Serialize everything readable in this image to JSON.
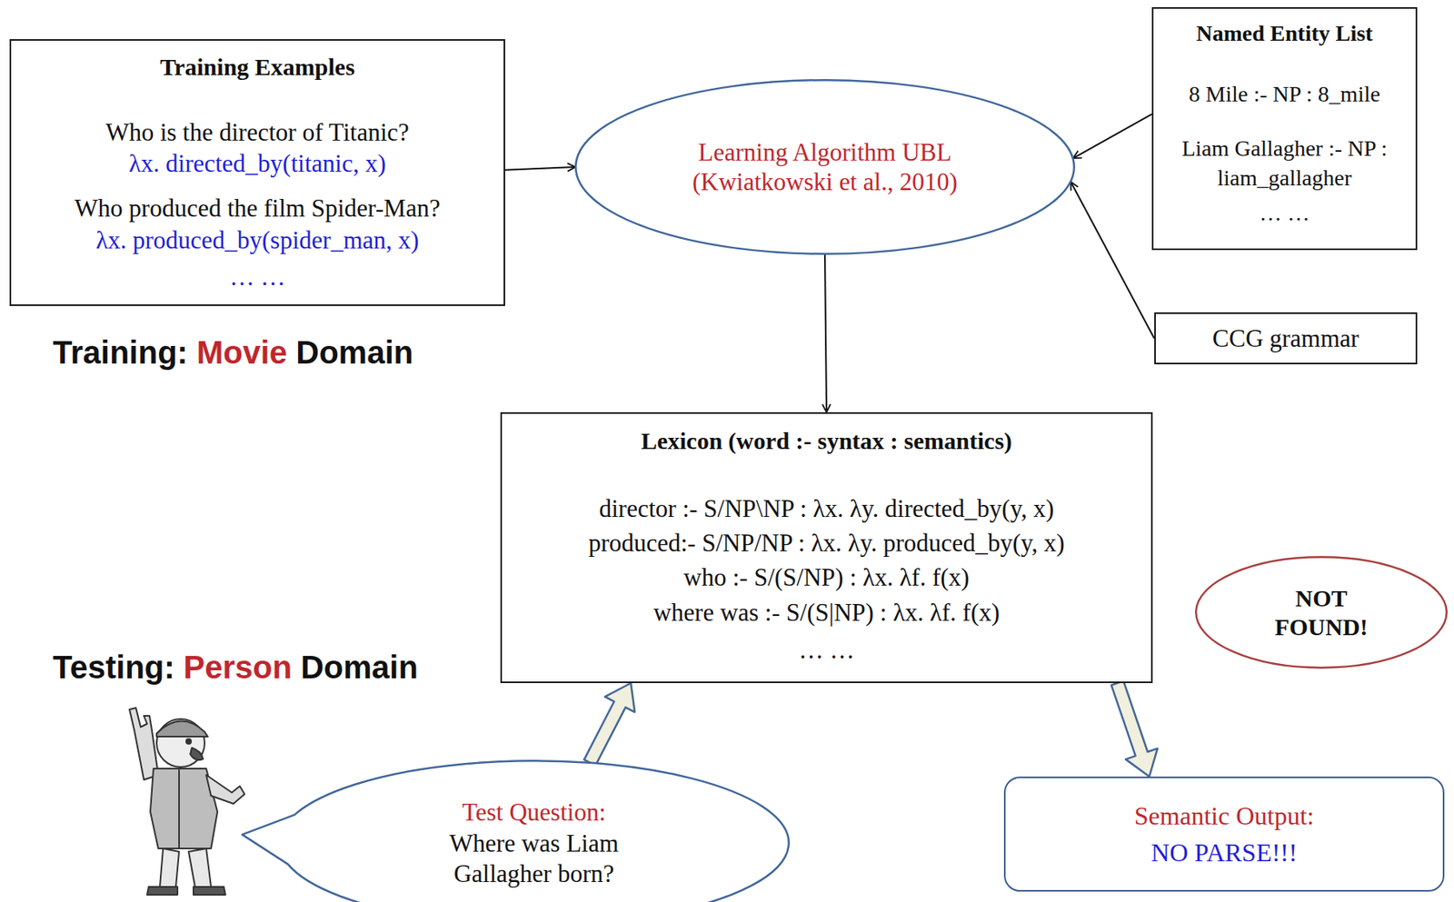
{
  "diagram": {
    "nodes": [
      {
        "text": [
          "Training Examples",
          "Who is the director of Titanic?",
          "λx. directed_by(titanic, x)",
          "Who produced the film Spider-Man?",
          "λx. produced_by(spider_man, x)",
          "… …"
        ]
      },
      {
        "text": [
          "Learning Algorithm UBL (Kwiatkowski et al., 2010)"
        ]
      },
      {
        "text": [
          "Named Entity List",
          "8 Mile :- NP : 8_mile",
          "Liam Gallagher :- NP : liam_gallagher",
          "… …"
        ]
      },
      {
        "text": [
          "CCG grammar"
        ]
      },
      {
        "text": [
          "Lexicon (word :- syntax : semantics)",
          "director :- S/NP\\NP : λx. λy. directed_by(y, x)",
          "produced:- S/NP/NP : λx. λy. produced_by(y, x)",
          "who :- S/(S/NP) : λx. λf. f(x)",
          "where was :- S/(S|NP) : λx. λf. f(x)",
          "… …"
        ]
      },
      {
        "text": [
          "NOT FOUND!"
        ]
      },
      {
        "text": [
          "Test Question:",
          "Where was Liam Gallagher born?"
        ]
      },
      {
        "text": [
          "Semantic Output:",
          "NO PARSE!!!"
        ]
      }
    ],
    "edges": [
      {
        "from": 0,
        "to": 1,
        "arrow": "to"
      },
      {
        "from": 2,
        "to": 1,
        "arrow": "to"
      },
      {
        "from": 3,
        "to": 1,
        "arrow": "to"
      },
      {
        "from": 1,
        "to": 4,
        "arrow": "to"
      },
      {
        "from": 6,
        "to": 4,
        "arrow": "to"
      },
      {
        "from": 4,
        "to": 7,
        "arrow": "to"
      }
    ],
    "labels": [
      "Training:",
      "Movie",
      "Domain",
      "Testing:",
      "Person",
      "Domain"
    ]
  }
}
